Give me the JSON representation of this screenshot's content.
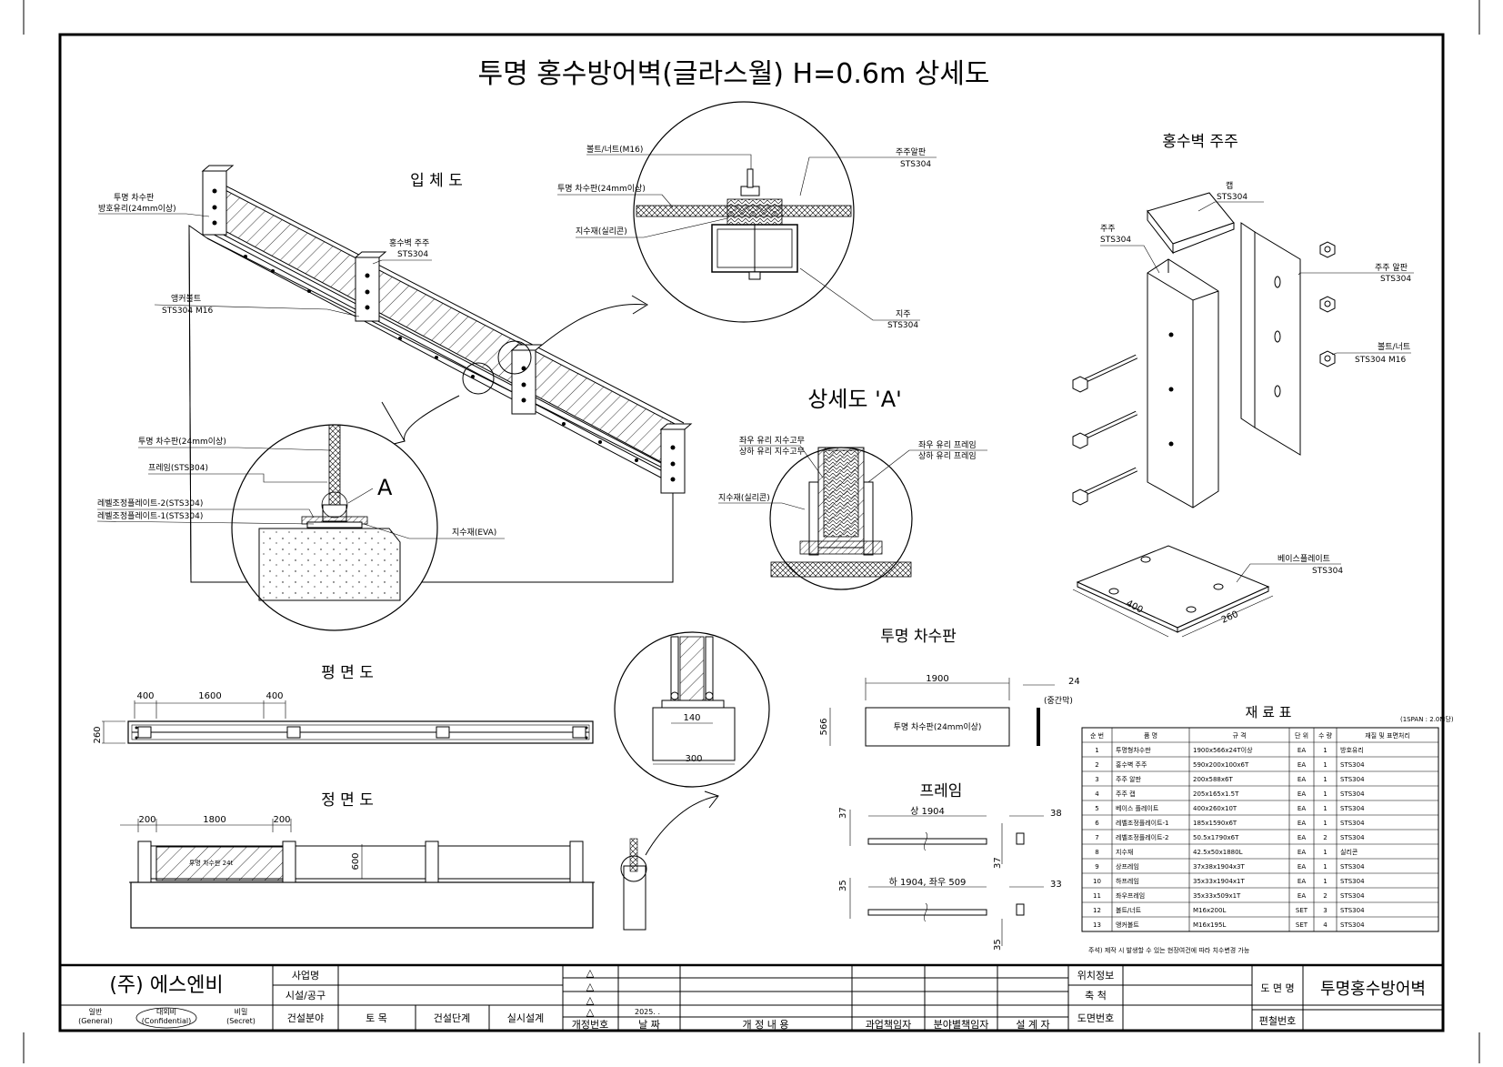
{
  "title": "투명 홍수방어벽(글라스월) H=0.6m 상세도",
  "sections": {
    "iso": "입 체 도",
    "plan": "평 면 도",
    "front": "정 면 도",
    "post": "홍수벽 주주",
    "detailA": "상세도 'A'",
    "panel": "투명 차수판",
    "frame": "프레임",
    "materials": "재 료 표"
  },
  "callouts": {
    "iso_panel_1": "투명 차수판",
    "iso_panel_2": "방호유리(24mm이상)",
    "iso_post_1": "홍수벽 주주",
    "iso_post_2": "STS304",
    "iso_anchor_1": "앵커볼트",
    "iso_anchor_2": "STS304 M16",
    "top_bolt": "볼트/너트(M16)",
    "top_panel": "투명 차수판(24mm이상)",
    "top_seal": "지수재(실리콘)",
    "top_plate_1": "주주알판",
    "top_plate_2": "STS304",
    "top_post_1": "지주",
    "top_post_2": "STS304",
    "cir_panel": "투명 차수판(24mm이상)",
    "cir_frame": "프레임(STS304)",
    "cir_lvl2": "레벨조정플레이트-2(STS304)",
    "cir_lvl1": "레벨조정플레이트-1(STS304)",
    "cir_eva": "지수재(EVA)",
    "cir_A": "A",
    "da_lr_rubber": "좌우 유리 지수고무",
    "da_ud_rubber": "상하 유리 지수고무",
    "da_lr_frame": "좌우 유리 프레임",
    "da_ud_frame": "상하 유리 프레임",
    "da_seal": "지수재(실리콘)",
    "post_cap_1": "캡",
    "post_cap_2": "STS304",
    "post_post_1": "주주",
    "post_post_2": "STS304",
    "post_plate_1": "주주 알판",
    "post_plate_2": "STS304",
    "post_bolt_1": "볼트/너트",
    "post_bolt_2": "STS304 M16",
    "post_base_1": "베이스플레이트",
    "post_base_2": "STS304",
    "panel_label": "투명 차수판(24mm이상)",
    "panel_mid": "(중간막)",
    "front_panel": "투명 차수판 24t"
  },
  "dims": {
    "plan_400a": "400",
    "plan_1600": "1600",
    "plan_400b": "400",
    "plan_260": "260",
    "front_200a": "200",
    "front_1800": "1800",
    "front_200b": "200",
    "front_600": "600",
    "base_140": "140",
    "base_300": "300",
    "panel_1900": "1900",
    "panel_566": "566",
    "panel_24": "24",
    "bp_400": "400",
    "bp_260": "260",
    "fr_top": "상 1904",
    "fr_37a": "37",
    "fr_38": "38",
    "fr_37b": "37",
    "fr_bot": "하 1904, 좌우 509",
    "fr_35a": "35",
    "fr_33": "33",
    "fr_35b": "35"
  },
  "materials": {
    "unit_note": "(1SPAN : 2.0M당)",
    "headers": [
      "순 번",
      "품 명",
      "규 격",
      "단 위",
      "수 량",
      "재질 및 표면처리"
    ],
    "rows": [
      [
        "1",
        "투명형차수판",
        "1900x566x24T이상",
        "EA",
        "1",
        "방호유리"
      ],
      [
        "2",
        "홍수벽 주주",
        "590x200x100x6T",
        "EA",
        "1",
        "STS304"
      ],
      [
        "3",
        "주주 알판",
        "200x588x6T",
        "EA",
        "1",
        "STS304"
      ],
      [
        "4",
        "주주 캡",
        "205x165x1.5T",
        "EA",
        "1",
        "STS304"
      ],
      [
        "5",
        "베이스 플레이트",
        "400x260x10T",
        "EA",
        "1",
        "STS304"
      ],
      [
        "6",
        "레벨조정플레이트-1",
        "185x1590x6T",
        "EA",
        "1",
        "STS304"
      ],
      [
        "7",
        "레벨조정플레이트-2",
        "50.5x1790x6T",
        "EA",
        "2",
        "STS304"
      ],
      [
        "8",
        "지수재",
        "42.5x50x1880L",
        "EA",
        "1",
        "실리콘"
      ],
      [
        "9",
        "상프레임",
        "37x38x1904x3T",
        "EA",
        "1",
        "STS304"
      ],
      [
        "10",
        "하프레임",
        "35x33x1904x1T",
        "EA",
        "1",
        "STS304"
      ],
      [
        "11",
        "좌우프레임",
        "35x33x509x1T",
        "EA",
        "2",
        "STS304"
      ],
      [
        "12",
        "볼트/너트",
        "M16x200L",
        "SET",
        "3",
        "STS304"
      ],
      [
        "13",
        "앵커볼트",
        "M16x195L",
        "SET",
        "4",
        "STS304"
      ]
    ],
    "note": "주석) 제작 시 발생할 수 있는 현장여건에 따라 치수변경 가능"
  },
  "titleblock": {
    "company": "(주) 에스엔비",
    "class_general_1": "일반",
    "class_general_2": "(General)",
    "class_conf_1": "대외비",
    "class_conf_2": "(Confidential)",
    "class_secret_1": "비밀",
    "class_secret_2": "(Secret)",
    "project_label": "사업명",
    "facility_label": "시설/공구",
    "field_label": "건설분야",
    "field_value": "토 목",
    "stage_label": "건설단계",
    "stage_value": "실시설계",
    "rev_symbol": "△",
    "rev_no_label": "개정번호",
    "date_label": "날 짜",
    "date_value": "2025. .",
    "rev_content_label": "개 정 내 용",
    "resp1": "과업책임자",
    "resp2": "분야별책임자",
    "resp3": "설 계 자",
    "location_label": "위치정보",
    "scale_label": "축 척",
    "drawing_no_label": "도면번호",
    "drawing_name_label": "도 면 명",
    "drawing_name": "투명홍수방어벽",
    "binder_label": "편철번호"
  }
}
